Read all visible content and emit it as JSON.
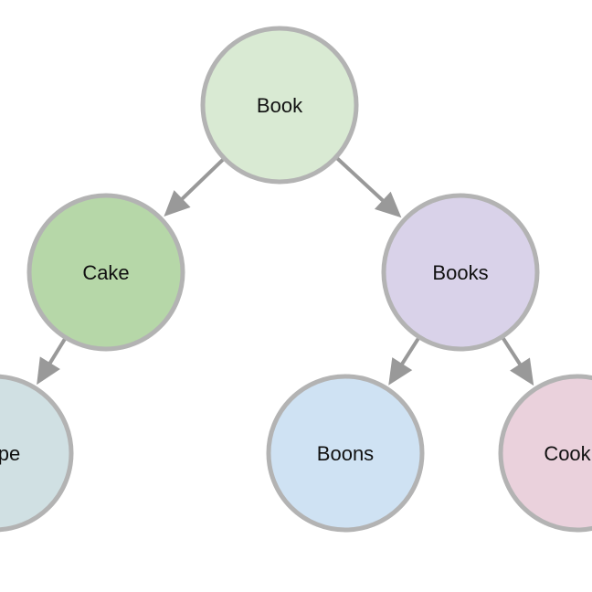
{
  "nodes": [
    {
      "id": "book",
      "label": "Book",
      "color": "#d9ead3"
    },
    {
      "id": "cake",
      "label": "Cake",
      "color": "#b6d7a8"
    },
    {
      "id": "books",
      "label": "Books",
      "color": "#d9d2e9"
    },
    {
      "id": "cape",
      "label": "pe",
      "color": "#d0e0e3"
    },
    {
      "id": "boons",
      "label": "Boons",
      "color": "#cfe2f3"
    },
    {
      "id": "cook",
      "label": "Cook",
      "color": "#ead1dc"
    }
  ],
  "edges": [
    {
      "from": "book",
      "to": "cake"
    },
    {
      "from": "book",
      "to": "books"
    },
    {
      "from": "cake",
      "to": "cape"
    },
    {
      "from": "books",
      "to": "boons"
    },
    {
      "from": "books",
      "to": "cook"
    }
  ],
  "style": {
    "node_border": "#b3b3b3",
    "edge_color": "#999999",
    "text_color": "#111111"
  }
}
